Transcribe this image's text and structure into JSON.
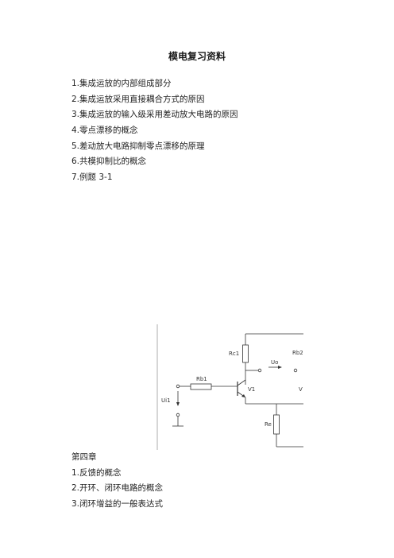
{
  "doc": {
    "title": "模电复习资料",
    "items": [
      "1.集成运放的内部组成部分",
      "2.集成运放采用直接耦合方式的原因",
      "3.集成运放的输入级采用差动放大电路的原因",
      "4.零点漂移的概念",
      "5.差动放大电路抑制零点漂移的原理",
      "6.共模抑制比的概念",
      "7.例题 3-1"
    ],
    "chapter": "第四章",
    "chapter_items": [
      "1.反馈的概念",
      "2.开环、闭环电路的概念",
      "3.闭环增益的一般表达式"
    ]
  },
  "circuit": {
    "rc1": "Rc1",
    "rb1": "Rb1",
    "re": "Re",
    "ui1": "Ui1",
    "uo": "Uo",
    "v1": "V1",
    "rb2": "Rb2",
    "v2": "V"
  }
}
